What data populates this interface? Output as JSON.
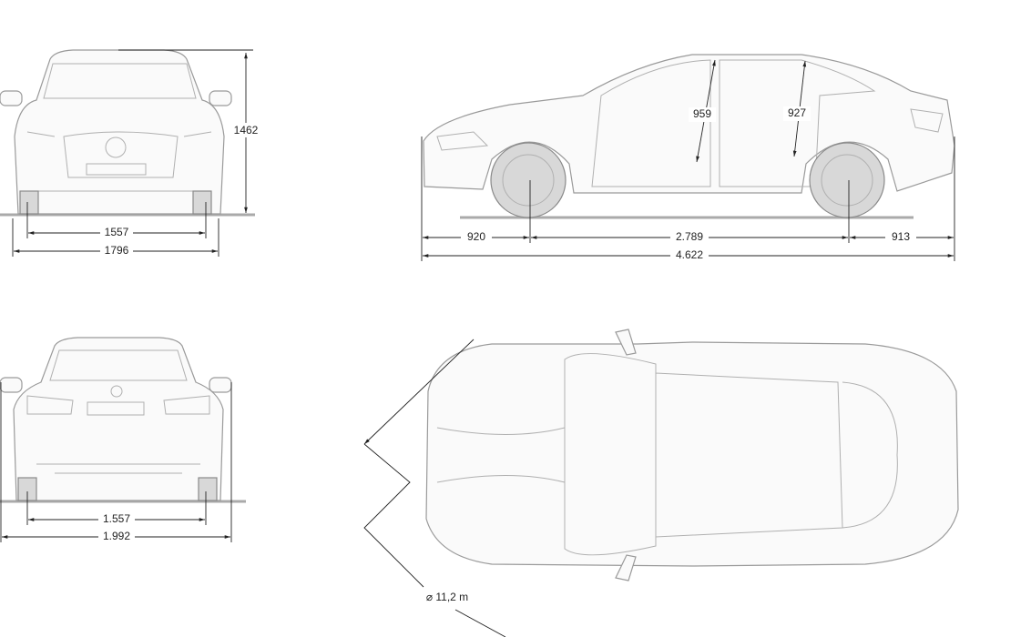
{
  "front_view": {
    "height": "1462",
    "track": "1557",
    "width": "1796"
  },
  "side_view": {
    "front_overhang": "920",
    "wheelbase": "2.789",
    "rear_overhang": "913",
    "length": "4.622",
    "front_headroom": "959",
    "rear_headroom": "927"
  },
  "rear_view": {
    "track": "1.557",
    "width_mirrors": "1.992"
  },
  "top_view": {
    "turning_circle": "⌀ 11,2 m"
  }
}
